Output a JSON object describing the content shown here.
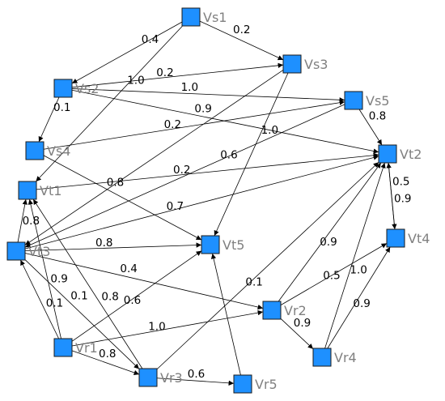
{
  "nodes": [
    {
      "id": "Vs1",
      "label": "Vs1"
    },
    {
      "id": "Vs3",
      "label": "Vs3"
    },
    {
      "id": "Vs2",
      "label": "Vs2"
    },
    {
      "id": "Vs5",
      "label": "Vs5"
    },
    {
      "id": "Vs4",
      "label": "Vs4"
    },
    {
      "id": "Vt2",
      "label": "Vt2"
    },
    {
      "id": "Vt1",
      "label": "Vt1"
    },
    {
      "id": "Vt4",
      "label": "Vt4"
    },
    {
      "id": "Vt3",
      "label": "Vt3"
    },
    {
      "id": "Vt5",
      "label": "Vt5"
    },
    {
      "id": "Vr2",
      "label": "Vr2"
    },
    {
      "id": "Vr4",
      "label": "Vr4"
    },
    {
      "id": "Vr1",
      "label": "Vr1"
    },
    {
      "id": "Vr3",
      "label": "Vr3"
    },
    {
      "id": "Vr5",
      "label": "Vr5"
    }
  ],
  "edges": [
    {
      "from": "Vs1",
      "to": "Vs3",
      "weight": "0.2"
    },
    {
      "from": "Vs1",
      "to": "Vs2",
      "weight": "0.4"
    },
    {
      "from": "Vs1",
      "to": "Vt1",
      "weight": "1.0"
    },
    {
      "from": "Vs2",
      "to": "Vs3",
      "weight": "0.2"
    },
    {
      "from": "Vs2",
      "to": "Vs5",
      "weight": "1.0"
    },
    {
      "from": "Vs2",
      "to": "Vs4",
      "weight": "0.1"
    },
    {
      "from": "Vs2",
      "to": "Vt2",
      "weight": "0.9"
    },
    {
      "from": "Vs3",
      "to": "Vt5",
      "weight": "1.0"
    },
    {
      "from": "Vs3",
      "to": "Vt3",
      "weight": ""
    },
    {
      "from": "Vs4",
      "to": "Vs5",
      "weight": "0.2"
    },
    {
      "from": "Vs4",
      "to": "Vt5",
      "weight": "0.8"
    },
    {
      "from": "Vs5",
      "to": "Vt2",
      "weight": "0.8"
    },
    {
      "from": "Vs5",
      "to": "Vt3",
      "weight": "0.6"
    },
    {
      "from": "Vt1",
      "to": "Vt2",
      "weight": "0.2"
    },
    {
      "from": "Vt2",
      "to": "Vt4",
      "weight": "0.5"
    },
    {
      "from": "Vt4",
      "to": "Vt2",
      "weight": "0.9"
    },
    {
      "from": "Vt3",
      "to": "Vt2",
      "weight": "0.7"
    },
    {
      "from": "Vt3",
      "to": "Vt5",
      "weight": "0.8"
    },
    {
      "from": "Vt3",
      "to": "Vt1",
      "weight": "0.8"
    },
    {
      "from": "Vt3",
      "to": "Vr2",
      "weight": "0.4"
    },
    {
      "from": "Vt3",
      "to": "Vr3",
      "weight": "0.1"
    },
    {
      "from": "Vr1",
      "to": "Vt1",
      "weight": "0.9"
    },
    {
      "from": "Vr1",
      "to": "Vt3",
      "weight": "0.1"
    },
    {
      "from": "Vr1",
      "to": "Vt5",
      "weight": "0.6"
    },
    {
      "from": "Vr1",
      "to": "Vr2",
      "weight": "1.0"
    },
    {
      "from": "Vr1",
      "to": "Vr3",
      "weight": "0.8"
    },
    {
      "from": "Vr3",
      "to": "Vt1",
      "weight": "0.8"
    },
    {
      "from": "Vr3",
      "to": "Vt2",
      "weight": "0.1"
    },
    {
      "from": "Vr3",
      "to": "Vr5",
      "weight": "0.6"
    },
    {
      "from": "Vr5",
      "to": "Vt5",
      "weight": ""
    },
    {
      "from": "Vr2",
      "to": "Vt2",
      "weight": "0.9"
    },
    {
      "from": "Vr2",
      "to": "Vt4",
      "weight": "0.5"
    },
    {
      "from": "Vr2",
      "to": "Vr4",
      "weight": "0.9"
    },
    {
      "from": "Vr4",
      "to": "Vt2",
      "weight": "1.0"
    },
    {
      "from": "Vr4",
      "to": "Vt4",
      "weight": "0.9"
    }
  ],
  "colors": {
    "node_fill": "#1e90ff",
    "node_stroke": "#1a1a1a",
    "label": "#808080",
    "edge": "#000000"
  }
}
